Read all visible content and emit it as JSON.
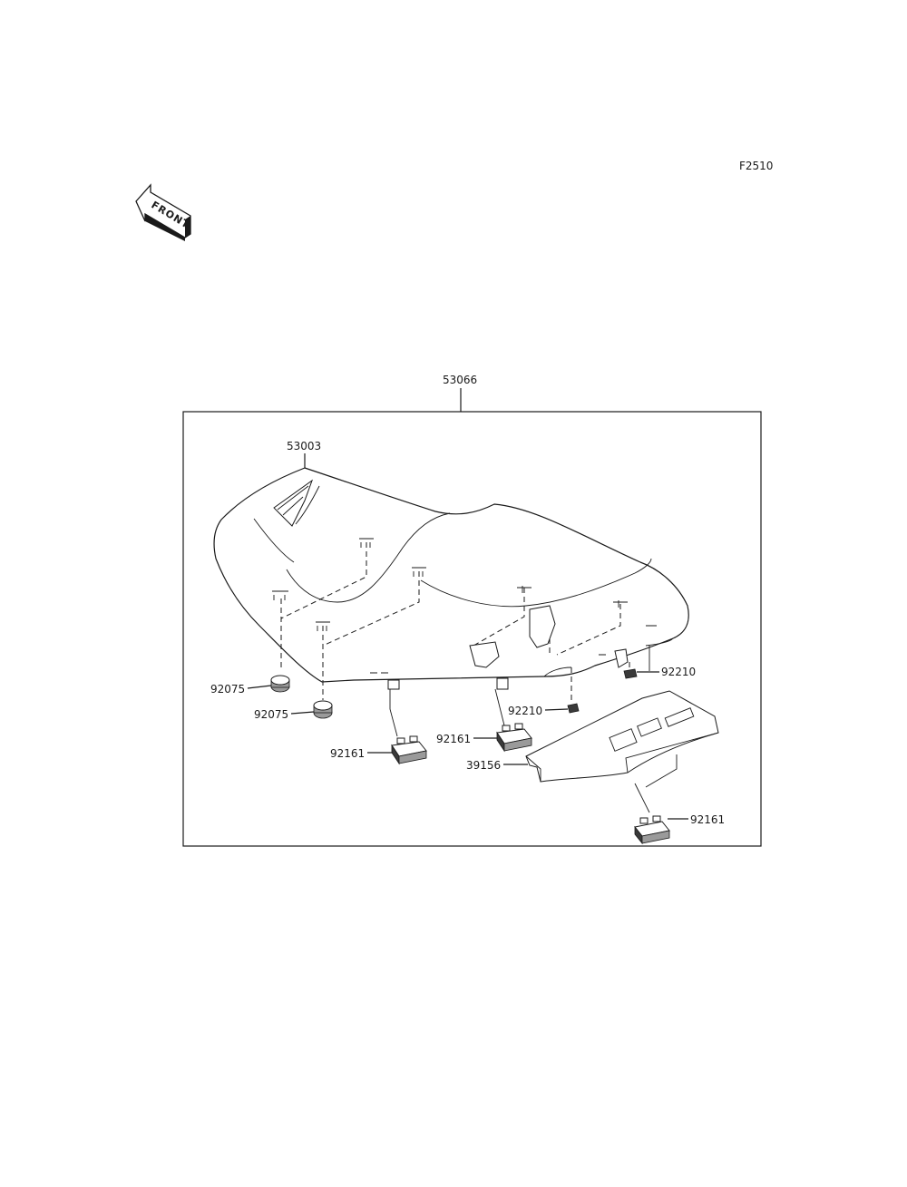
{
  "diagram": {
    "figure_code": "F2510",
    "front_arrow_text": "FRONT",
    "part_labels": {
      "assembly": "53066",
      "seat_cover": "53003",
      "bottom_panel": "39156",
      "grommet_upper": "92075",
      "grommet_lower": "92075",
      "damper_left": "92161",
      "damper_center": "92161",
      "damper_right": "92161",
      "nut_right": "92210",
      "nut_center": "92210"
    }
  }
}
